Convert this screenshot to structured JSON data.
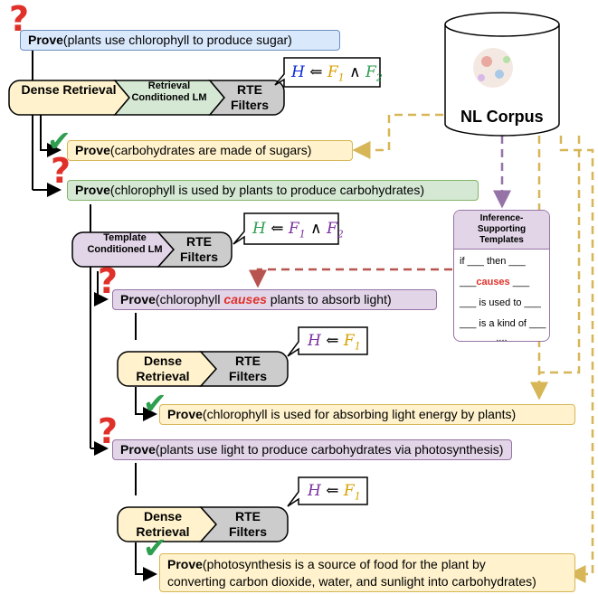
{
  "root_prove": {
    "keyword": "Prove",
    "text": "(plants use chlorophyll to produce sugar)"
  },
  "stage1": {
    "retrieval": "Dense Retrieval",
    "lm": "Retrieval Conditioned LM",
    "filter": "RTE Filters",
    "formula": {
      "H": "H",
      "arrow": "⇐",
      "F1": "F",
      "s1": "1",
      "and": "∧",
      "F2": "F",
      "s2": "2"
    }
  },
  "corpus": {
    "label": "NL Corpus"
  },
  "prove_carbs": {
    "keyword": "Prove",
    "text": "(carbohydrates are made of sugars)"
  },
  "prove_chloro_used": {
    "keyword": "Prove",
    "text": "(chlorophyll is used by plants to produce carbohydrates)"
  },
  "stage2": {
    "lm": "Template Conditioned LM",
    "filter": "RTE Filters",
    "formula": {
      "H": "H",
      "arrow": "⇐",
      "F1": "F",
      "s1": "1",
      "and": "∧",
      "F2": "F",
      "s2": "2"
    }
  },
  "templates": {
    "title": "Inference-Supporting Templates",
    "rows": [
      {
        "pre": "if ___ then ___"
      },
      {
        "pre": "___",
        "key": "causes",
        "post": " ___"
      },
      {
        "pre": "___ is used to ___"
      },
      {
        "pre": "___ is a kind of ___"
      },
      {
        "pre": "...."
      }
    ]
  },
  "prove_causes": {
    "keyword": "Prove",
    "pre": "(chlorophyll ",
    "key": "causes",
    "post": " plants to absorb light)"
  },
  "stage3": {
    "retrieval": "Dense Retrieval",
    "filter": "RTE Filters",
    "formula": {
      "H": "H",
      "arrow": "⇐",
      "F1": "F",
      "s1": "1"
    }
  },
  "prove_absorb": {
    "keyword": "Prove",
    "text": "(chlorophyll is used for absorbing light energy by plants)"
  },
  "prove_photo": {
    "keyword": "Prove",
    "text": "(plants use light to produce carbohydrates via photosynthesis)"
  },
  "stage4": {
    "retrieval": "Dense Retrieval",
    "filter": "RTE Filters",
    "formula": {
      "H": "H",
      "arrow": "⇐",
      "F1": "F",
      "s1": "1"
    }
  },
  "prove_food": {
    "keyword": "Prove",
    "line1": "(photosynthesis is a source of food for the plant by",
    "line2": "converting carbon dioxide, water, and sunlight into carbohydrates)"
  },
  "marks": {
    "question": "?",
    "check": "✔"
  },
  "colors": {
    "blue_fill": "#dae8fc",
    "yellow_fill": "#fff2cc",
    "green_fill": "#d5e8d4",
    "purple_fill": "#e1d5e7",
    "red": "#e0302a",
    "check_green": "#2e9e4f",
    "dash_gold": "#d6b656",
    "dash_purple": "#9673a6",
    "dash_red": "#b85450"
  }
}
